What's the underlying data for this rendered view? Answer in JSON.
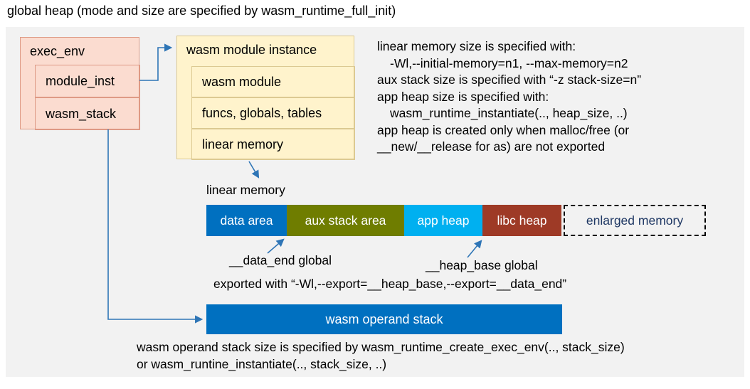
{
  "title": "global heap (mode and size are specified by wasm_runtime_full_init)",
  "exec_env": {
    "label": "exec_env",
    "fill": "#FBDCD0",
    "rows": [
      {
        "label": "module_inst"
      },
      {
        "label": "wasm_stack"
      }
    ]
  },
  "module_instance": {
    "label": "wasm module instance",
    "fill": "#FFF3CC",
    "rows": [
      {
        "label": "wasm module"
      },
      {
        "label": "funcs, globals, tables"
      },
      {
        "label": "linear memory"
      }
    ]
  },
  "right_notes": {
    "lines": [
      "linear memory size is specified with:",
      "-Wl,--initial-memory=n1, --max-memory=n2",
      "aux stack size is specified with “-z stack-size=n”",
      "app heap size is specified with:",
      "wasm_runtime_instantiate(.., heap_size, ..)",
      "app heap is created only when malloc/free (or",
      "__new/__release for as) are not exported"
    ]
  },
  "linear_memory": {
    "label": "linear memory",
    "segments": [
      {
        "label": "data area",
        "color": "#0070C0",
        "text_color": "#FFFFFF"
      },
      {
        "label": "aux stack area",
        "color": "#6F7D00",
        "text_color": "#FFFFFF"
      },
      {
        "label": "app heap",
        "color": "#00B0F0",
        "text_color": "#FFFFFF"
      },
      {
        "label": "libc heap",
        "color": "#9E3A26",
        "text_color": "#FFFFFF"
      },
      {
        "label": "enlarged memory",
        "color": "#F2F2F2",
        "text_color": "#1F3864"
      }
    ]
  },
  "annotations": {
    "data_end": "__data_end global",
    "heap_base": "__heap_base global",
    "exported": "exported with “-Wl,--export=__heap_base,--export=__data_end”"
  },
  "operand_stack": {
    "label": "wasm operand stack",
    "color": "#0070C0",
    "note_line1": "wasm operand stack size is specified by wasm_runtime_create_exec_env(.., stack_size)",
    "note_line2": "or wasm_runtine_instantiate(.., stack_size, ..)"
  },
  "arrow_color": "#2E75B6"
}
